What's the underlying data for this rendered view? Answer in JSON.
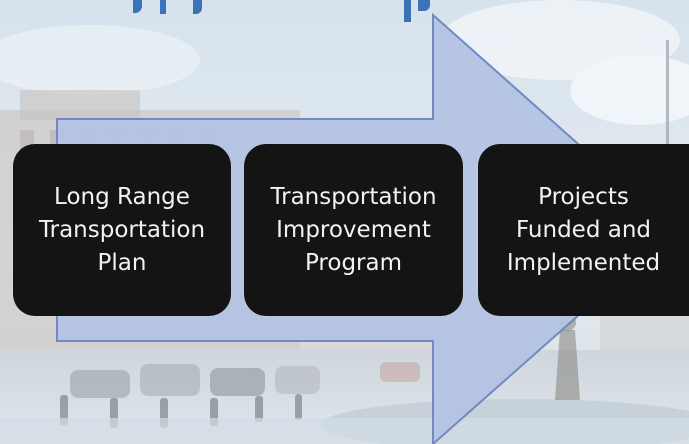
{
  "colors": {
    "arrow_fill": "#b4c4e3",
    "arrow_stroke": "#6f86c0",
    "box_fill": "#141414",
    "box_text": "#f2f2f2",
    "title_color": "#3a73b8"
  },
  "steps": [
    {
      "lines": [
        "Long Range",
        "Transportation",
        "Plan"
      ]
    },
    {
      "lines": [
        "Transportation",
        "Improvement",
        "Program"
      ]
    },
    {
      "lines": [
        "Projects",
        "Funded and",
        "Implemented"
      ]
    }
  ]
}
